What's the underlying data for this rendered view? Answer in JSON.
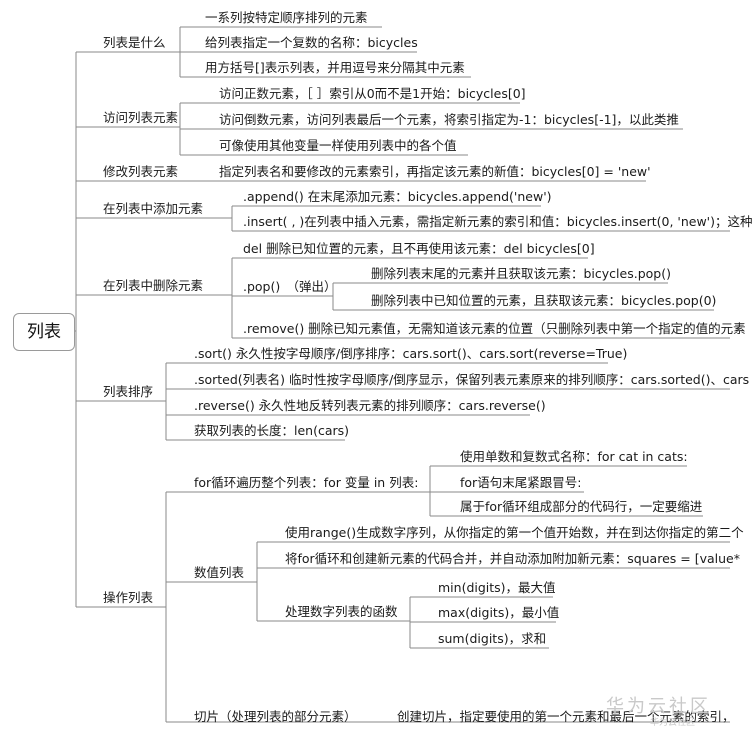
{
  "root": "列表",
  "branches": {
    "what": {
      "label": "列表是什么",
      "items": [
        "一系列按特定顺序排列的元素",
        "给列表指定一个复数的名称：bicycles",
        "用方括号[]表示列表，并用逗号来分隔其中元素"
      ]
    },
    "access": {
      "label": "访问列表元素",
      "items": [
        "访问正数元素，［ ］索引从0而不是1开始：bicycles[0]",
        "访问倒数元素，访问列表最后一个元素，将索引指定为-1：bicycles[-1]，以此类推",
        "可像使用其他变量一样使用列表中的各个值"
      ]
    },
    "modify": {
      "label": "修改列表元素",
      "items": [
        "指定列表名和要修改的元素索引，再指定该元素的新值：bicycles[0] = 'new'"
      ]
    },
    "add": {
      "label": "在列表中添加元素",
      "items": [
        ".append() 在末尾添加元素：bicycles.append('new')",
        ".insert( , )在列表中插入元素，需指定新元素的索引和值：bicycles.insert(0, 'new')；这种"
      ]
    },
    "delete": {
      "label": "在列表中删除元素",
      "del": "del 删除已知位置的元素，且不再使用该元素：del bicycles[0]",
      "pop": ".pop()　（弹出）",
      "pop_items": [
        "删除列表末尾的元素并且获取该元素：bicycles.pop()",
        "删除列表中已知位置的元素，且获取该元素：bicycles.pop(0)"
      ],
      "remove": ".remove() 删除已知元素值，无需知道该元素的位置（只删除列表中第一个指定的值的元素"
    },
    "sort": {
      "label": "列表排序",
      "items": [
        ".sort() 永久性按字母顺序/倒序排序：cars.sort()、cars.sort(reverse=True)",
        ".sorted(列表名) 临时性按字母顺序/倒序显示，保留列表元素原来的排列顺序：cars.sorted()、cars",
        ".reverse() 永久性地反转列表元素的排列顺序：cars.reverse()",
        "获取列表的长度：len(cars)"
      ]
    },
    "ops": {
      "label": "操作列表",
      "for": {
        "label": "for循环遍历整个列表：for 变量 in 列表:",
        "items": [
          "使用单数和复数式名称：for cat in cats:",
          "for语句末尾紧跟冒号:",
          "属于for循环组成部分的代码行，一定要缩进"
        ]
      },
      "numeric": {
        "label": "数值列表",
        "items": [
          "使用range()生成数字序列，从你指定的第一个值开始数，并在到达你指定的第二个",
          "将for循环和创建新元素的代码合并，并自动添加附加新元素：squares = [value*"
        ],
        "func_label": "处理数字列表的函数",
        "funcs": [
          "min(digits)，最大值",
          "max(digits)，最小值",
          "sum(digits)，求和"
        ]
      },
      "slice": {
        "label": "切片（处理列表的部分元素）",
        "item": "创建切片，指定要使用的第一个元素和最后一个元素的索引，"
      }
    }
  },
  "watermark": {
    "text": "华为云社区",
    "sub": "华为云社区"
  },
  "colors": {
    "line": "#8a8a8a",
    "text": "#1a1a1a"
  }
}
